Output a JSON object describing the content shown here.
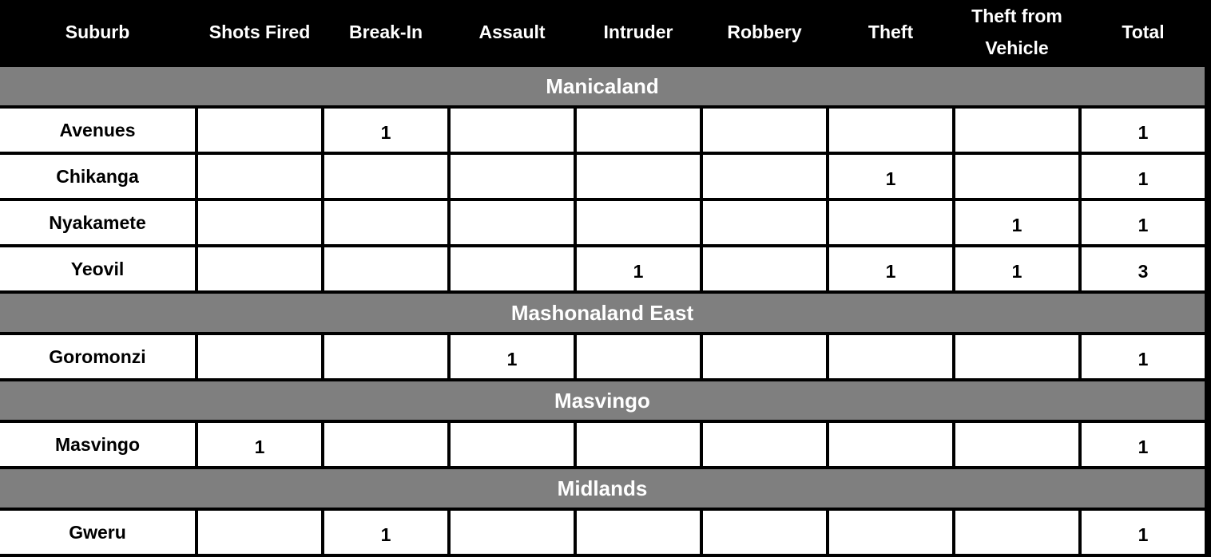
{
  "columns": [
    "Suburb",
    "Shots Fired",
    "Break-In",
    "Assault",
    "Intruder",
    "Robbery",
    "Theft",
    "Theft from Vehicle",
    "Total"
  ],
  "regions": [
    {
      "name": "Manicaland",
      "rows": [
        {
          "suburb": "Avenues",
          "values": [
            "",
            "1",
            "",
            "",
            "",
            "",
            "",
            "1"
          ]
        },
        {
          "suburb": "Chikanga",
          "values": [
            "",
            "",
            "",
            "",
            "",
            "1",
            "",
            "1"
          ]
        },
        {
          "suburb": "Nyakamete",
          "values": [
            "",
            "",
            "",
            "",
            "",
            "",
            "1",
            "1"
          ]
        },
        {
          "suburb": "Yeovil",
          "values": [
            "",
            "",
            "",
            "1",
            "",
            "1",
            "1",
            "3"
          ]
        }
      ]
    },
    {
      "name": "Mashonaland East",
      "rows": [
        {
          "suburb": "Goromonzi",
          "values": [
            "",
            "",
            "1",
            "",
            "",
            "",
            "",
            "1"
          ]
        }
      ]
    },
    {
      "name": "Masvingo",
      "rows": [
        {
          "suburb": "Masvingo",
          "values": [
            "1",
            "",
            "",
            "",
            "",
            "",
            "",
            "1"
          ]
        }
      ]
    },
    {
      "name": "Midlands",
      "rows": [
        {
          "suburb": "Gweru",
          "values": [
            "",
            "1",
            "",
            "",
            "",
            "",
            "",
            "1"
          ]
        }
      ]
    }
  ]
}
